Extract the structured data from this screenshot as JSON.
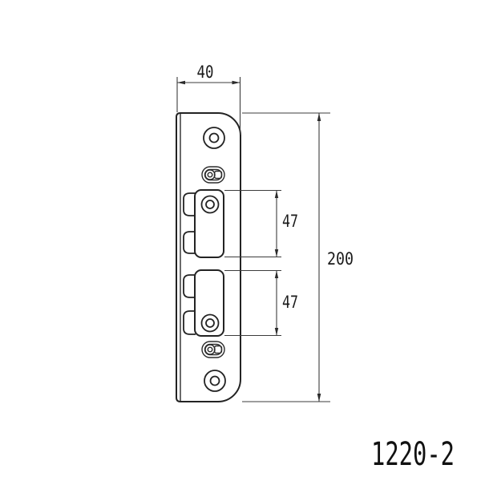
{
  "drawing": {
    "part_number": "1220-2",
    "dimensions": {
      "plate_width": "40",
      "plate_height": "200",
      "upper_cutout_height": "47",
      "lower_cutout_height": "47"
    },
    "colors": {
      "line": "#232323",
      "dimension_line": "#3c3c3c",
      "background": "#ffffff",
      "tab_fill": "#ebebeb"
    }
  }
}
